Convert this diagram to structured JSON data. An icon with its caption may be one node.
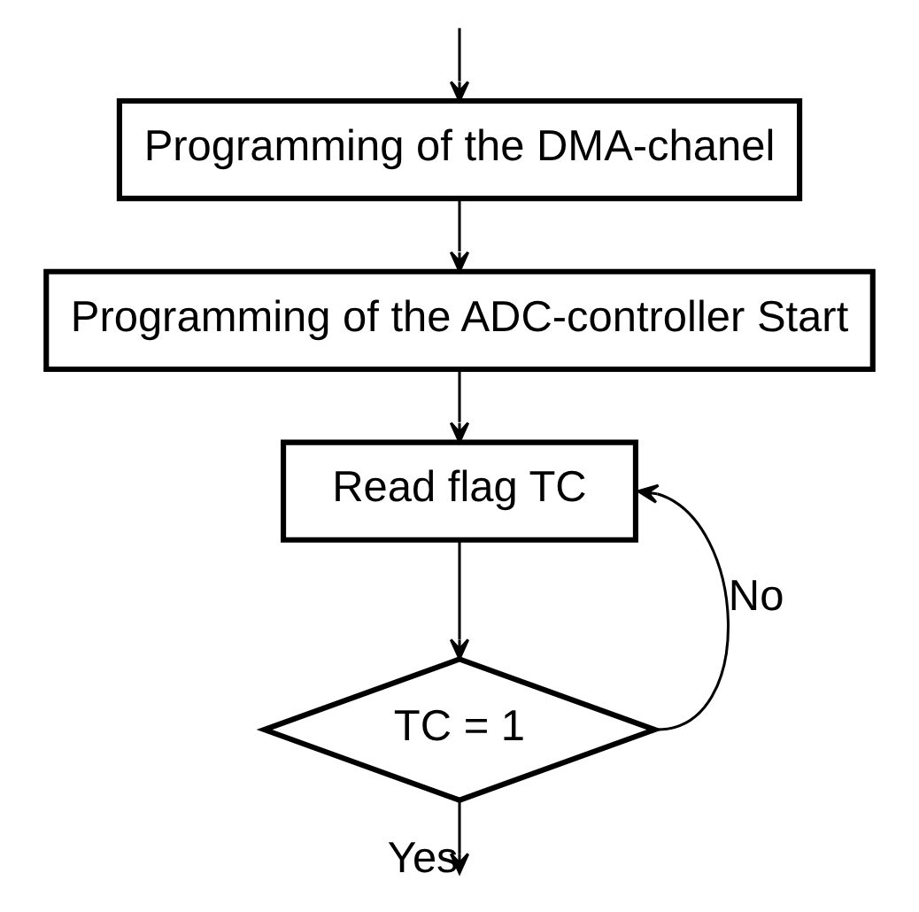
{
  "diagram": {
    "nodes": [
      {
        "text": [
          "Programming of the DMA-chanel"
        ]
      },
      {
        "text": [
          "Programming of the ADC-controller Start"
        ]
      },
      {
        "text": [
          "Read flag TC"
        ]
      },
      {
        "text": [
          "TC = 1"
        ]
      }
    ],
    "edges": [
      {
        "from": null,
        "to": 0,
        "arrow": "to"
      },
      {
        "from": 0,
        "to": 1,
        "arrow": "to"
      },
      {
        "from": 1,
        "to": 2,
        "arrow": "to"
      },
      {
        "from": 2,
        "to": 3,
        "arrow": "to"
      },
      {
        "from": 3,
        "to": 2,
        "arrow": "to",
        "label": "No"
      },
      {
        "from": 3,
        "to": null,
        "arrow": "to",
        "label": "Yes"
      }
    ]
  }
}
